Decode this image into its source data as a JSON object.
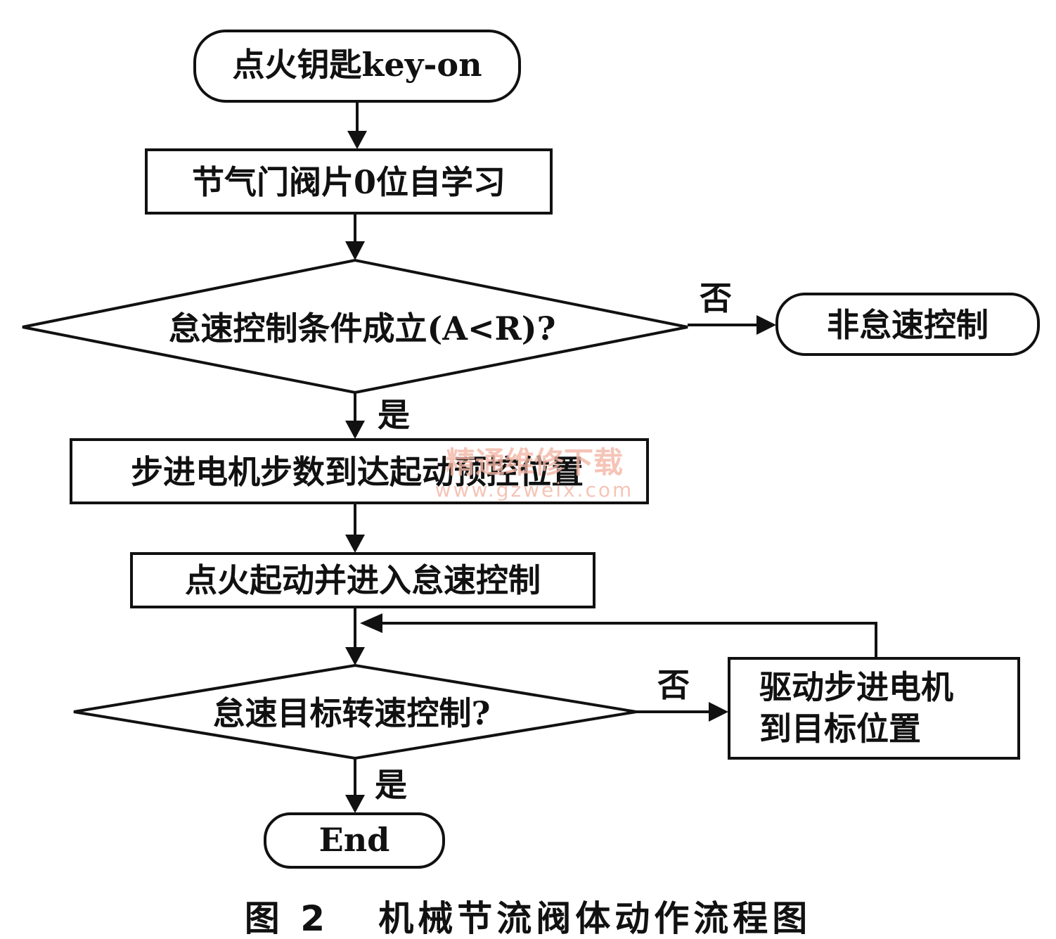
{
  "nodes": {
    "start": "点火钥匙key-on",
    "self_learn": "节气门阀片0位自学习",
    "decision1": "怠速控制条件成立(A<R)?",
    "non_idle": "非怠速控制",
    "preset": "步进电机步数到达起动预控位置",
    "ignite": "点火起动并进入怠速控制",
    "decision2": "怠速目标转速控制?",
    "drive_line1": "驱动步进电机",
    "drive_line2": "到目标位置",
    "end": "End"
  },
  "labels": {
    "no1": "否",
    "yes1": "是",
    "no2": "否",
    "yes2": "是"
  },
  "watermark": {
    "line1": "精通维修下载",
    "line2": "www.gzweix.com"
  },
  "caption": "图 2   机械节流阀体动作流程图"
}
